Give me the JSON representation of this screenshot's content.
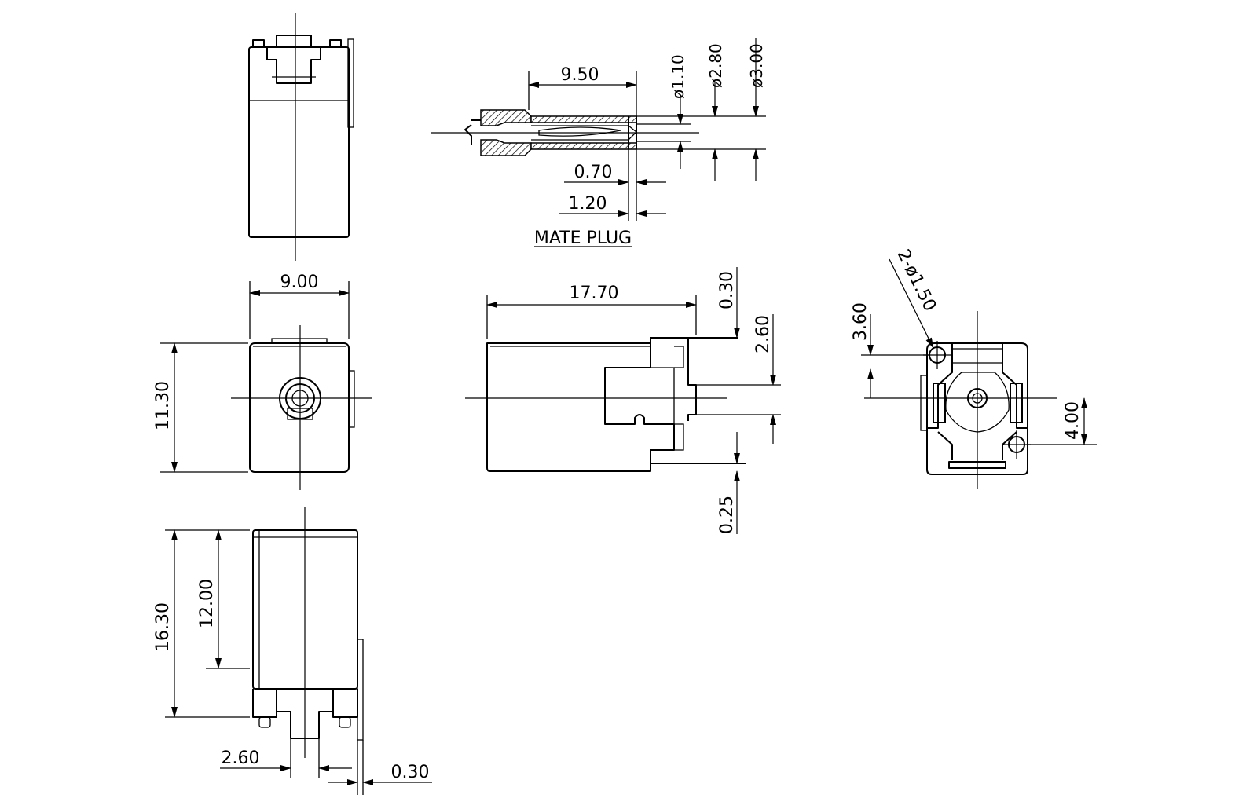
{
  "title": "MATE PLUG",
  "dimensions": {
    "mp_len": "9.50",
    "mp_d1": "ø1.10",
    "mp_d2": "ø2.80",
    "mp_d3": "ø3.00",
    "mp_t1": "0.70",
    "mp_t2": "1.20",
    "width": "9.00",
    "height": "11.30",
    "length": "17.70",
    "top_gap": "0.30",
    "pin_off": "2.60",
    "pin_t": "0.25",
    "holes": "2-ø1.50",
    "hole_y": "3.60",
    "hole_x": "4.00",
    "total_h": "16.30",
    "body_h": "12.00",
    "pin_w": "2.60",
    "plate_t": "0.30"
  }
}
